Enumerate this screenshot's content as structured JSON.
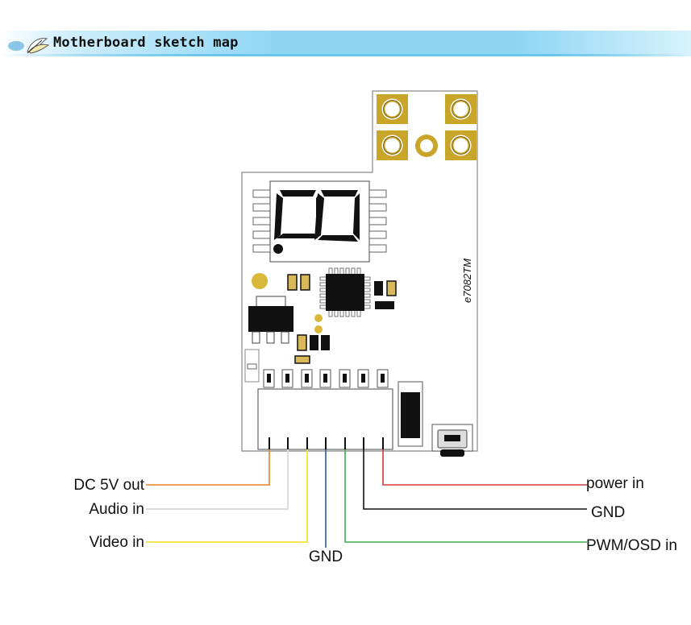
{
  "header": {
    "title": "Motherboard sketch map",
    "icon": "butterfly-icon"
  },
  "board": {
    "model_text": "e7082TM",
    "display_digits": "0"
  },
  "pins": {
    "left": [
      {
        "label": "DC 5V out",
        "color": "#e8821e"
      },
      {
        "label": "Audio in",
        "color": "#dcdcdc"
      },
      {
        "label": "Video in",
        "color": "#f2e23a"
      }
    ],
    "bottom": {
      "label": "GND",
      "color": "#2a5aa0"
    },
    "right": [
      {
        "label": "power in",
        "color": "#d23a3a"
      },
      {
        "label": "GND",
        "color": "#111111"
      },
      {
        "label": "PWM/OSD in",
        "color": "#3ab04a"
      }
    ]
  },
  "colors": {
    "pad_gold": "#c9a52a",
    "chip": "#111111",
    "cap_tan": "#d9b85a"
  }
}
